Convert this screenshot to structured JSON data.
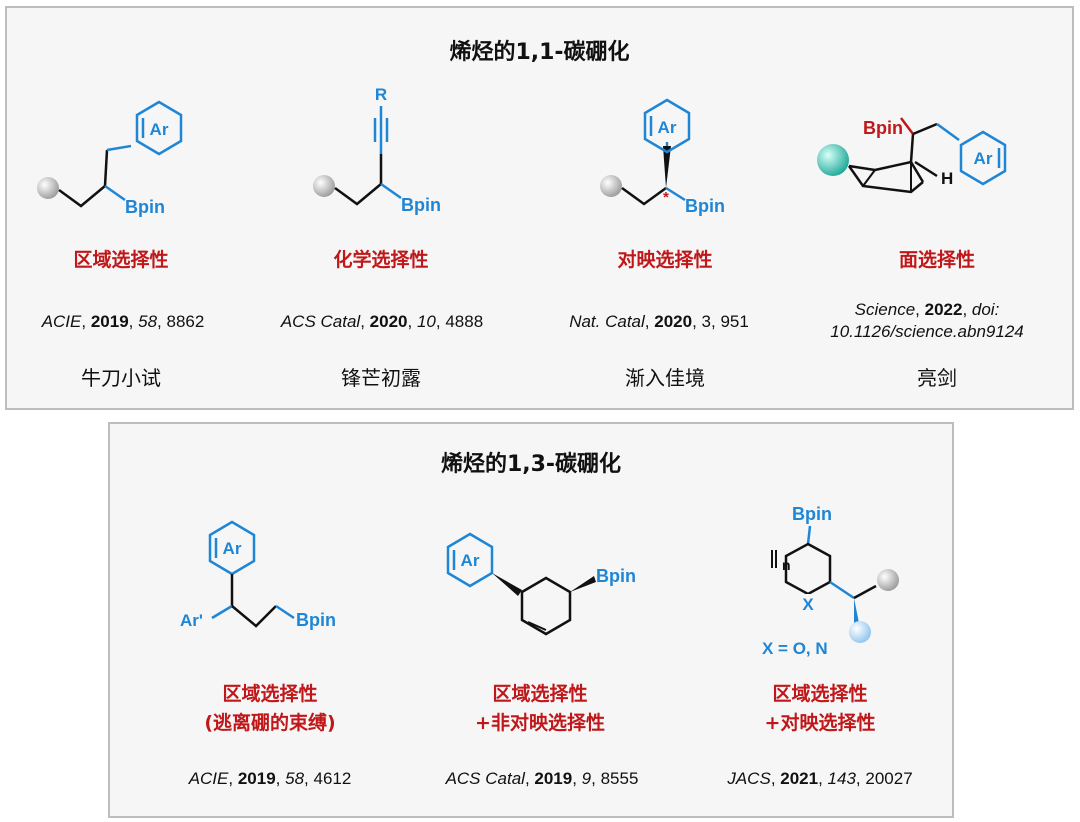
{
  "top": {
    "title": "烯烃的1,1-碳硼化",
    "items": [
      {
        "selectivity": "区域选择性",
        "ref": {
          "journal": "ACIE",
          "year": "2019",
          "volume": "58",
          "page": "8862"
        },
        "motto": "牛刀小试"
      },
      {
        "selectivity": "化学选择性",
        "ref": {
          "journal": "ACS Catal",
          "year": "2020",
          "volume": "10",
          "page": "4888"
        },
        "motto": "锋芒初露"
      },
      {
        "selectivity": "对映选择性",
        "ref": {
          "journal": "Nat. Catal",
          "year": "2020",
          "volume": "3",
          "page": "951"
        },
        "motto": "渐入佳境"
      },
      {
        "selectivity": "面选择性",
        "ref": {
          "journal": "Science",
          "year": "2022",
          "doi": "doi:",
          "doi_line2": "10.1126/science.abn9124"
        },
        "motto": "亮剑"
      }
    ]
  },
  "bottom": {
    "title": "烯烃的1,3-碳硼化",
    "items": [
      {
        "selectivity_line1": "区域选择性",
        "selectivity_line2": "(逃离硼的束缚)",
        "ref": {
          "journal": "ACIE",
          "year": "2019",
          "volume": "58",
          "page": "4612"
        }
      },
      {
        "selectivity_line1": "区域选择性",
        "selectivity_line2": "+非对映选择性",
        "ref": {
          "journal": "ACS Catal",
          "year": "2019",
          "volume": "9",
          "page": "8555"
        }
      },
      {
        "selectivity_line1": "区域选择性",
        "selectivity_line2": "+对映选择性",
        "ref": {
          "journal": "JACS",
          "year": "2021",
          "volume": "143",
          "page": "20027"
        }
      }
    ]
  },
  "labels": {
    "ar": "Ar",
    "ar_prime": "Ar'",
    "bpin": "Bpin",
    "r": "R",
    "h": "H",
    "n": "n",
    "x": "X",
    "x_def": "X = O, N",
    "stereo": "*"
  },
  "colors": {
    "blue": "#1f86d6",
    "red": "#c0181a",
    "dark": "#111111",
    "panel_bg": "#f6f6f6",
    "panel_border": "#bdbdbd"
  }
}
